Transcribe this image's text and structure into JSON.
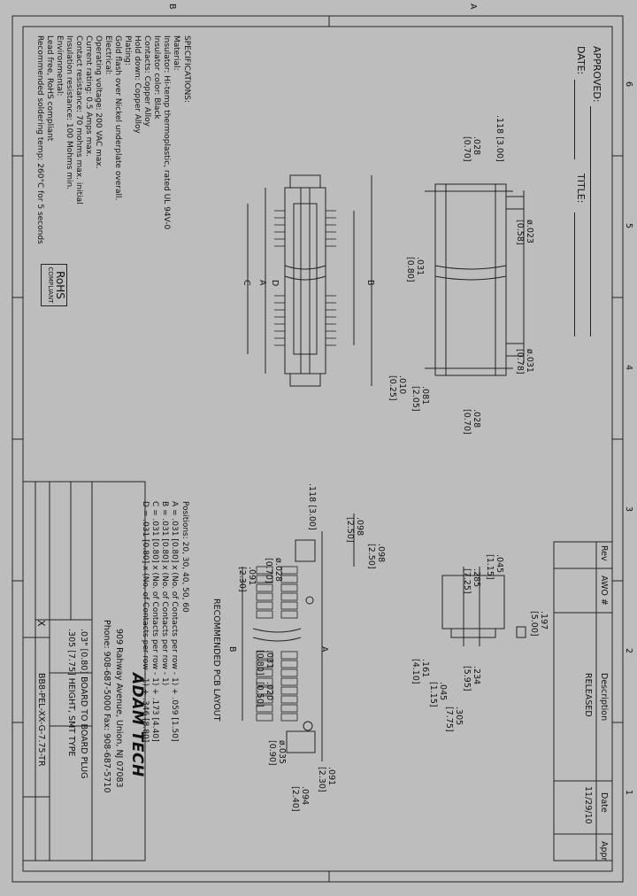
{
  "approval": {
    "approved_label": "APPROVED:",
    "date_label": "DATE:",
    "title_label": "TITLE:"
  },
  "revision_table": {
    "headers": [
      "Rev",
      "AWO #",
      "Description",
      "Date",
      "Appr"
    ],
    "row": {
      "description": "RELEASED",
      "date": "11/29/10"
    }
  },
  "zone_labels": {
    "top": [
      "6",
      "5",
      "4",
      "3",
      "2",
      "1"
    ],
    "side": [
      "A",
      "B"
    ]
  },
  "specifications": {
    "heading": "SPECIFICATIONS:",
    "lines": [
      "Material:",
      "Insulator: Hi-temp thermoplastic, rated UL 94V-0",
      "Insulator color: Black",
      "Contacts: Copper Alloy",
      "Hold down: Copper Alloy",
      "Plating:",
      "Gold flash over Nickel underplate overall.",
      "Electrical:",
      "Operating voltage: 200 VAC max.",
      "Current rating: 0.5 Amps max.",
      "Contact resistance: 70 mohms max. initial",
      "Insulation resistance: 100 Mohms min.",
      "Environmental:",
      "Lead free, RoHS compliant",
      "Recommended soldering temp: 260°C for 5 seconds"
    ],
    "rohs": "RoHS",
    "rohs_sub": "COMPLIANT"
  },
  "dimensions": {
    "d1": ".118 [3.00]",
    "d2": ".028\n[0.70]",
    "d3": ".031\n[0.80]",
    "d4": ".010\n[0.25]",
    "d5": ".081\n[2.05]",
    "d6": ".028\n[0.70]",
    "d7": "ø.023\n[0.58]",
    "d8": "ø.031\n[0.78]",
    "letters": {
      "A": "A",
      "B": "B",
      "C": "C",
      "D": "D"
    }
  },
  "side_dims": {
    "d1": ".197\n[5.00]",
    "d2": ".285\n[7.25]",
    "d3": ".045\n[1.15]",
    "d4": ".234\n[5.95]",
    "d5": ".161\n[4.10]",
    "d6": ".045\n[1.15]",
    "d7": ".305\n[7.75]"
  },
  "pcb": {
    "title": "RECOMMENDED PCB LAYOUT",
    "d1": ".118 [3.00]",
    "d2": ".098\n[2.50]",
    "d3": ".098\n[2.50]",
    "d4": "ø.028\n[0.70]",
    "d5": ".091\n[2.30]",
    "d6": ".031\n[0.80]",
    "d7": ".020\n[0.50]",
    "d8": "ø.035\n[0.90]",
    "d9": ".094\n[2.40]",
    "d10": ".091\n[2.30]",
    "letters": {
      "A": "A",
      "B": "B"
    }
  },
  "positions": {
    "heading": "Positions: 20, 30, 40, 50, 60",
    "lines": [
      "A = .031 [0.80] x (No. of Contacts per row - 1) + .059 [1.50]",
      "B = .031 [0.80] x (No. of Contacts per row - 1)",
      "C = .031 [0.80] x (No. of Contacts per row - 1) + .173 [4.40]",
      "D = .031 [0.80] x (No. of Contacts per row - 1) + .346 [8.80]"
    ]
  },
  "title_block": {
    "company": "ADAM TECH",
    "address": "909 Rahway Avenue, Union, NJ 07083",
    "phone": "Phone: 908-687-5000 Fax: 908-687-5710",
    "desc1": ".03\" [0.80] BOARD TO BOARD PLUG",
    "desc2": ".305 [7.75] HEIGHT, SMT TYPE",
    "part_no": "BB8-PEL-XX-G-7.75-TR",
    "scale_mark": "X"
  },
  "colors": {
    "paper": "#bdbdbd",
    "ink": "#111111"
  }
}
